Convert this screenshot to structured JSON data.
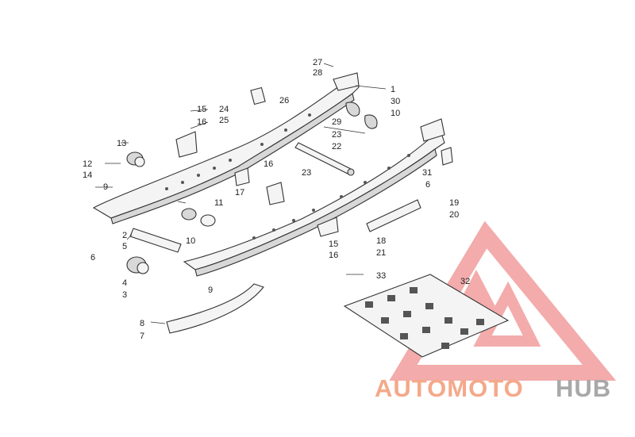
{
  "diagram": {
    "callouts": {
      "c1": "1",
      "c2": "2",
      "c3": "3",
      "c4": "4",
      "c5": "5",
      "c6a": "6",
      "c6b": "6",
      "c7": "7",
      "c8": "8",
      "c9a": "9",
      "c9b": "9",
      "c10a": "10",
      "c10b": "10",
      "c11": "11",
      "c12": "12",
      "c13": "13",
      "c14": "14",
      "c15a": "15",
      "c15b": "15",
      "c16a": "16",
      "c16b": "16",
      "c16c": "16",
      "c17": "17",
      "c18": "18",
      "c19": "19",
      "c20": "20",
      "c21": "21",
      "c22": "22",
      "c23a": "23",
      "c23b": "23",
      "c24": "24",
      "c25": "25",
      "c26": "26",
      "c27": "27",
      "c28": "28",
      "c29": "29",
      "c30": "30",
      "c31": "31",
      "c32": "32",
      "c33": "33"
    }
  },
  "watermark": {
    "brand_part1": "AUTOMOTO",
    "brand_part2": "HUB",
    "color_primary": "#f4a98a",
    "color_secondary": "#a8a8a8"
  }
}
